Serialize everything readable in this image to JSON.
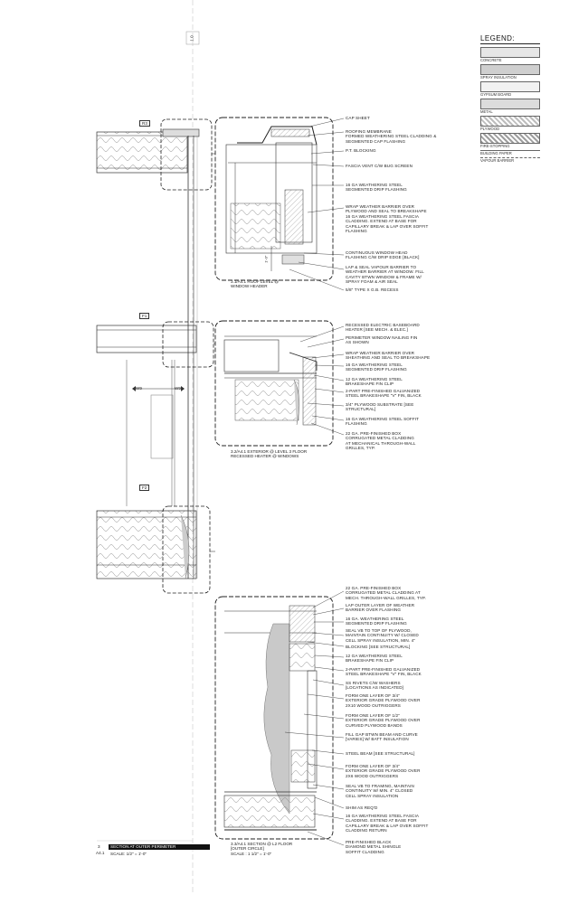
{
  "legend": {
    "title": "LEGEND:",
    "items": [
      {
        "label": "CONCRETE",
        "fill": "#e6e6e6"
      },
      {
        "label": "SPRAY INSULATION",
        "fill": "#cfcfcf"
      },
      {
        "label": "GYPSUM BOARD",
        "fill": "#f2f2f2"
      },
      {
        "label": "METAL",
        "fill": "#dcdcdc"
      },
      {
        "label": "PLYWOOD",
        "fill": "#bdbdbd"
      },
      {
        "label": "FIRE-STOPPING",
        "fill": "#9e9e9e"
      },
      {
        "label": "BUILDING PAPER",
        "fill": "#ffffff"
      },
      {
        "label": "VAPOUR BARRIER",
        "fill": "#ffffff"
      }
    ]
  },
  "grid_tags": {
    "r3": "R3",
    "f1": "F1",
    "f2": "F2",
    "w9_left": "W9",
    "w9_right": "W9",
    "grid_1": "1.0"
  },
  "detail1": {
    "notes": [
      "CAP SHEET",
      "ROOFING MEMBRANE\nFORMED WEATHERING STEEL CLADDING &\nSEGMENTED CAP FLASHING",
      "P.T. BLOCKING",
      "FASCIA VENT C/W BUG SCREEN",
      "16 GA WEATHERING STEEL\nSEGMENTED DRIP FLASHING",
      "WRAP WEATHER BARRIER OVER\nPLYWOOD AND SEAL TO BREAKSHAPE\n16 GA WEATHERING STEEL FASCIA\nCLADDING. EXTEND AT BASE FOR\nCAPILLARY BREAK & LAP OVER SOFFIT\nFLASHING",
      "CONTINUOUS WINDOW HEAD\nFLASHING C/W DRIP EDGE [BLACK]",
      "LAP & SEAL VAPOUR BARRIER TO\nWEATHER BARRIER AT WINDOW. FILL\nCAVITY BTWN WINDOW & FRAME W/\nSPRAY FOAM & AIR SEAL",
      "5/8\" TYPE X G.B. RECESS"
    ],
    "caption": "3.1/A4.1  ROOF LEVEL @\nWINDOW HEADER",
    "dim": "1'-0\""
  },
  "detail2": {
    "notes": [
      "RECESSED ELECTRIC BASEBOARD\nHEATER [SEE MECH. & ELEC.]",
      "PERIMETER WINDOW NAILING FIN\nAS SHOWN",
      "WRAP WEATHER BARRIER OVER\nSHEATHING AND SEAL TO BREAKSHAPE",
      "16 GA WEATHERING STEEL\nSEGMENTED DRIP FLASHING",
      "12 GA WEATHERING STEEL\nBRAKESHAPE FIN CLIP",
      "2-PART PRE-FINISHED GALVANIZED\nSTEEL BRAKESHAPE \"V\" FIN, BLACK",
      "3/4\" PLYWOOD SUBSTRATE [SEE\nSTRUCTURAL]",
      "16 GA WEATHERING STEEL SOFFIT\nFLASHING",
      "22 GA. PRE-FINISHED BOX\nCORRUGATED METAL CLADDING\nAT MECHANICAL THROUGH-WALL\nGRILLES, TYP."
    ],
    "caption": "3.2/A4.1  EXTERIOR @ LEVEL 3 FLOOR\nRECESSED HEATER @ WINDOWS"
  },
  "detail3": {
    "notes": [
      "22 GA. PRE-FINISHED BOX\nCORRUGATED METAL CLADDING AT\nMECH. THROUGH-WALL GRILLES, TYP.",
      "LAP OUTER LAYER OF WEATHER\nBARRIER OVER FLASHING",
      "16 GA. WEATHERING STEEL\nSEGMENTED DRIP FLASHING",
      "SEAL VB TO TOP OF PLYWOOD,\nMAINTAIN CONTINUITY W/ CLOSED\nCELL SPRAY INSULATION, MIN. 4\"",
      "BLOCKING [SEE STRUCTURAL]",
      "12 GA WEATHERING STEEL\nBRAKESHAPE FIN CLIP",
      "2-PART PRE-FINISHED GALVANIZED\nSTEEL BRAKESHAPE \"V\" FIN, BLACK",
      "SS RIVETS C/W WASHERS\n[LOCATIONS AS INDICATED]",
      "FORM ONE LAYER OF 3/4\"\nEXTERIOR GRADE PLYWOOD OVER\n2X10 WOOD OUTRIGGERS",
      "FORM ONE LAYER OF 1/2\"\nEXTERIOR GRADE PLYWOOD OVER\nCURVED PLYWOOD BANDS",
      "FILL GAP BTWN BEAM AND CURVE\n[VARIES] W/ BATT INSULATION",
      "STEEL BEAM [SEE STRUCTURAL]",
      "FORM ONE LAYER OF 3/4\"\nEXTERIOR GRADE PLYWOOD OVER\n2X6 WOOD OUTRIGGERS",
      "SEAL VB TO FRAMING, MAINTAIN\nCONTINUITY W/ MIN. 4\" CLOSED\nCELL SPRAY INSULATION",
      "SHIM AS REQ'D",
      "16 GA WEATHERING STEEL FASCIA\nCLADDING. EXTEND AT BASE FOR\nCAPILLARY BREAK & LAP OVER SOFFIT\nCLADDING RETURN",
      "PRE-FINISHED BLACK\nDIAMOND METAL SHINGLE\nSOFFIT CLADDING"
    ],
    "caption": "3.3/A4.1  SECTION @ L2 FLOOR\n[OUTER CIRCLE]\nSCALE : 1 1/2\" = 1'-0\""
  },
  "title_block": {
    "number": "3",
    "sheet": "A4.1",
    "title": "SECTION AT OUTER PERIMETER",
    "scale": "SCALE: 1/2\" = 1'-0\""
  }
}
